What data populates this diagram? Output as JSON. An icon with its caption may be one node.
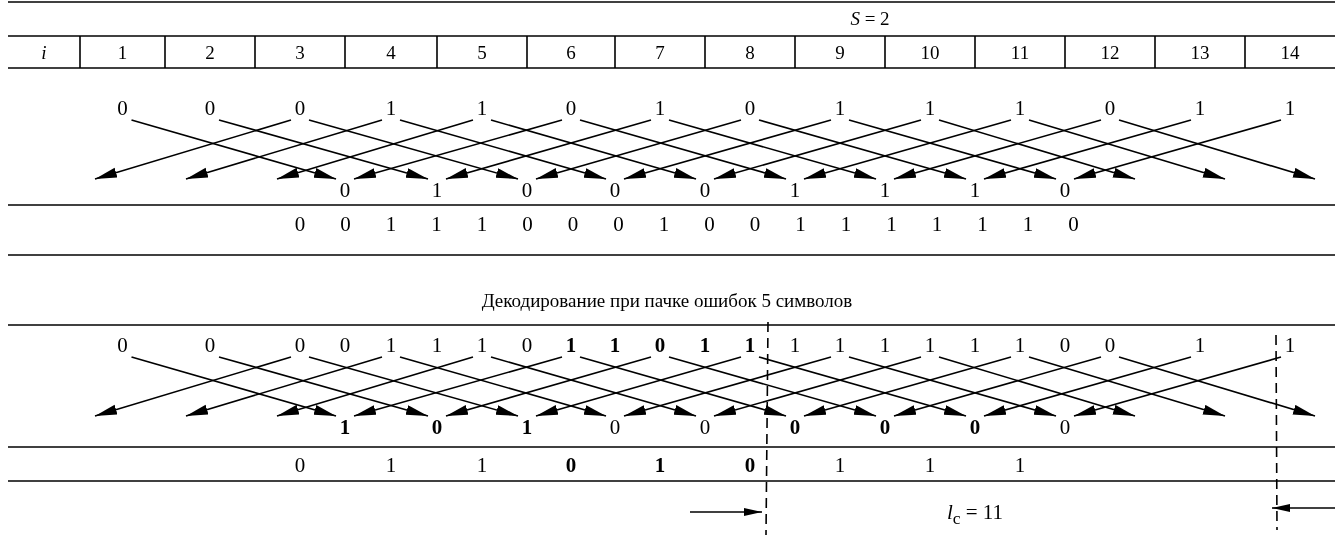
{
  "diagram": {
    "nodes": [
      {
        "text": [
          "0"
        ]
      },
      {
        "text": [
          "0"
        ]
      },
      {
        "text": [
          "0"
        ]
      },
      {
        "text": [
          "1"
        ]
      },
      {
        "text": [
          "1"
        ]
      },
      {
        "text": [
          "0"
        ]
      },
      {
        "text": [
          "1"
        ]
      },
      {
        "text": [
          "0"
        ]
      },
      {
        "text": [
          "1"
        ]
      },
      {
        "text": [
          "1"
        ]
      },
      {
        "text": [
          "1"
        ]
      },
      {
        "text": [
          "0"
        ]
      },
      {
        "text": [
          "1"
        ]
      },
      {
        "text": [
          "1"
        ]
      },
      {
        "text": [
          "0"
        ]
      },
      {
        "text": [
          "1"
        ]
      },
      {
        "text": [
          "0"
        ]
      },
      {
        "text": [
          "0"
        ]
      },
      {
        "text": [
          "0"
        ]
      },
      {
        "text": [
          "1"
        ]
      },
      {
        "text": [
          "1"
        ]
      },
      {
        "text": [
          "1"
        ]
      },
      {
        "text": [
          "0"
        ]
      },
      {
        "text": [
          "0"
        ]
      },
      {
        "text": [
          "0"
        ]
      },
      {
        "text": [
          "0"
        ]
      },
      {
        "text": [
          "1"
        ]
      },
      {
        "text": [
          "1"
        ]
      },
      {
        "text": [
          "1"
        ]
      },
      {
        "text": [
          "0"
        ]
      },
      {
        "text": [
          "1"
        ]
      },
      {
        "text": [
          "1"
        ]
      },
      {
        "text": [
          "1"
        ]
      },
      {
        "text": [
          "1"
        ]
      },
      {
        "text": [
          "0"
        ]
      },
      {
        "text": [
          "1"
        ]
      },
      {
        "text": [
          "1"
        ]
      },
      {
        "text": [
          "1"
        ]
      },
      {
        "text": [
          "0"
        ]
      },
      {
        "text": [
          "1"
        ]
      },
      {
        "text": [
          "0"
        ]
      },
      {
        "text": [
          "0"
        ]
      },
      {
        "text": [
          "0"
        ]
      },
      {
        "text": [
          "0"
        ]
      },
      {
        "text": [
          "0"
        ]
      },
      {
        "text": [
          "0"
        ]
      }
    ],
    "edges": [
      {
        "from": 0,
        "to": 14,
        "arrow": "to"
      },
      {
        "from": 1,
        "to": 15,
        "arrow": "to"
      },
      {
        "from": 2,
        "to": 16,
        "arrow": "to"
      },
      {
        "from": 2,
        "to": null,
        "arrow": "to"
      },
      {
        "from": 3,
        "to": 17,
        "arrow": "to"
      },
      {
        "from": 3,
        "to": null,
        "arrow": "to"
      },
      {
        "from": 4,
        "to": 18,
        "arrow": "to"
      },
      {
        "from": 4,
        "to": null,
        "arrow": "to"
      },
      {
        "from": 5,
        "to": 19,
        "arrow": "to"
      },
      {
        "from": 5,
        "to": 14,
        "arrow": "to"
      },
      {
        "from": 6,
        "to": 20,
        "arrow": "to"
      },
      {
        "from": 6,
        "to": 15,
        "arrow": "to"
      },
      {
        "from": 7,
        "to": 21,
        "arrow": "to"
      },
      {
        "from": 7,
        "to": 16,
        "arrow": "to"
      },
      {
        "from": 8,
        "to": 22,
        "arrow": "to"
      },
      {
        "from": 8,
        "to": 17,
        "arrow": "to"
      },
      {
        "from": 9,
        "to": null,
        "arrow": "to"
      },
      {
        "from": 9,
        "to": 18,
        "arrow": "to"
      },
      {
        "from": 10,
        "to": null,
        "arrow": "to"
      },
      {
        "from": 10,
        "to": 19,
        "arrow": "to"
      },
      {
        "from": 11,
        "to": null,
        "arrow": "to"
      },
      {
        "from": 11,
        "to": 20,
        "arrow": "to"
      },
      {
        "from": 12,
        "to": 21,
        "arrow": "to"
      },
      {
        "from": 13,
        "to": 22,
        "arrow": "to"
      },
      {
        "from": 23,
        "to": 37,
        "arrow": "to"
      },
      {
        "from": 24,
        "to": 38,
        "arrow": "to"
      },
      {
        "from": 25,
        "to": 39,
        "arrow": "to"
      },
      {
        "from": 25,
        "to": null,
        "arrow": "to"
      },
      {
        "from": 26,
        "to": 40,
        "arrow": "to"
      },
      {
        "from": 26,
        "to": null,
        "arrow": "to"
      },
      {
        "from": 27,
        "to": 41,
        "arrow": "to"
      },
      {
        "from": 27,
        "to": null,
        "arrow": "to"
      },
      {
        "from": 28,
        "to": 42,
        "arrow": "to"
      },
      {
        "from": 28,
        "to": 37,
        "arrow": "to"
      },
      {
        "from": 29,
        "to": 43,
        "arrow": "to"
      },
      {
        "from": 29,
        "to": 38,
        "arrow": "to"
      },
      {
        "from": 30,
        "to": 44,
        "arrow": "to"
      },
      {
        "from": 30,
        "to": 39,
        "arrow": "to"
      },
      {
        "from": 31,
        "to": 45,
        "arrow": "to"
      },
      {
        "from": 31,
        "to": 40,
        "arrow": "to"
      },
      {
        "from": 32,
        "to": null,
        "arrow": "to"
      },
      {
        "from": 32,
        "to": 41,
        "arrow": "to"
      },
      {
        "from": 33,
        "to": null,
        "arrow": "to"
      },
      {
        "from": 33,
        "to": 42,
        "arrow": "to"
      },
      {
        "from": 34,
        "to": null,
        "arrow": "to"
      },
      {
        "from": 34,
        "to": 43,
        "arrow": "to"
      },
      {
        "from": 35,
        "to": 44,
        "arrow": "to"
      },
      {
        "from": 36,
        "to": 45,
        "arrow": "to"
      }
    ],
    "labels": [
      "*S* = 2",
      "i",
      "1",
      "2",
      "3",
      "4",
      "5",
      "6",
      "7",
      "8",
      "9",
      "10",
      "11",
      "12",
      "13",
      "14",
      "0",
      "0",
      "1",
      "1",
      "1",
      "0",
      "0",
      "0",
      "1",
      "0",
      "0",
      "1",
      "1",
      "1",
      "1",
      "1",
      "1",
      "0",
      "Декодирование при пачке ошибок 5 символов",
      "0",
      "1",
      "0",
      "1",
      "1",
      "1",
      "1",
      "1",
      "0",
      "0",
      "1",
      "1",
      "0",
      "1",
      "0",
      "1",
      "1",
      "1",
      "*l*$_{c}$ = 11"
    ]
  }
}
